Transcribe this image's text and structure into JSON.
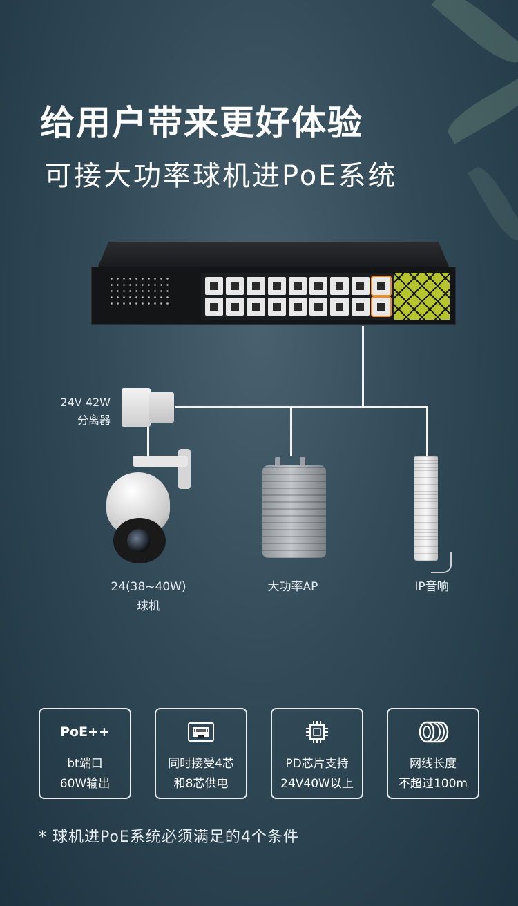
{
  "title": "给用户带来更好体验",
  "subtitle": "可接大功率球机进PoE系统",
  "splitter": {
    "line1": "24V 42W",
    "line2": "分离器"
  },
  "devices": {
    "camera": {
      "line1": "24(38~40W)",
      "line2": "球机"
    },
    "ap": {
      "label": "大功率AP"
    },
    "speaker": {
      "label": "IP音响"
    }
  },
  "features": [
    {
      "head": "PoE++",
      "line1": "bt端口",
      "line2": "60W输出"
    },
    {
      "icon": "ethernet-port-icon",
      "line1": "同时接受4芯",
      "line2": "和8芯供电"
    },
    {
      "icon": "chip-icon",
      "line1": "PD芯片支持",
      "line2": "24V40W以上"
    },
    {
      "icon": "cable-coil-icon",
      "line1": "网线长度",
      "line2": "不超过100m"
    }
  ],
  "footnote": "* 球机进PoE系统必须满足的4个条件"
}
